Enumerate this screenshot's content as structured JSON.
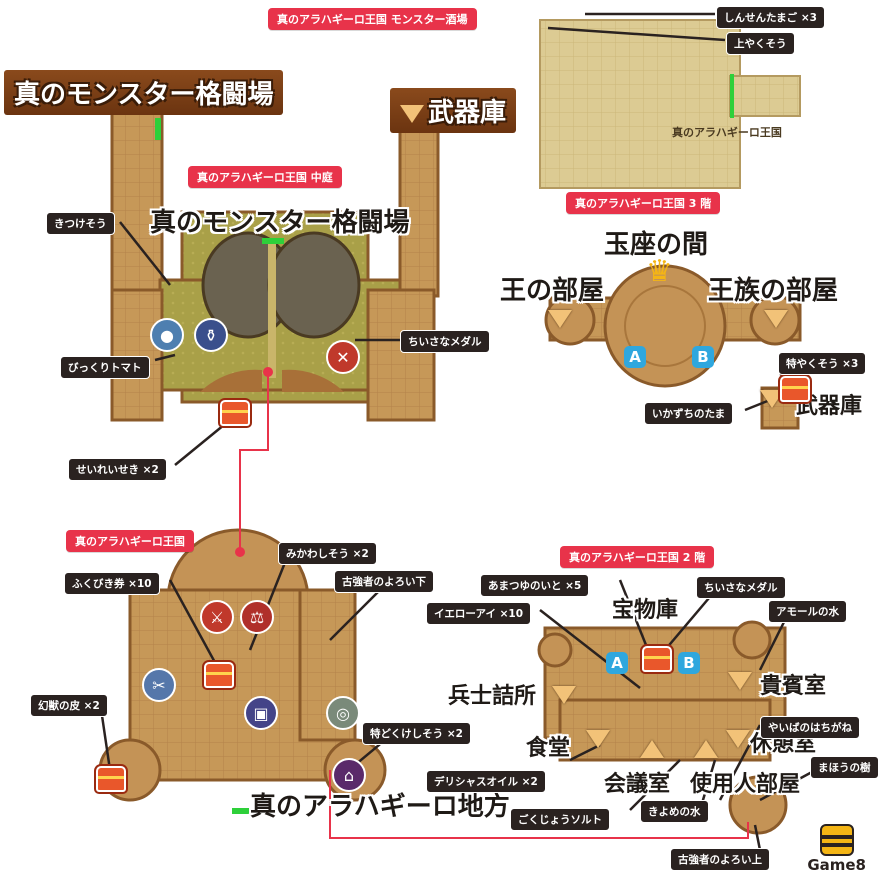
{
  "sections": {
    "tavern": "真のアラハギーロ王国 モンスター酒場",
    "courtyard": "真のアラハギーロ王国 中庭",
    "floor3": "真のアラハギーロ王国 3 階",
    "kingdom": "真のアラハギーロ王国",
    "floor2": "真のアラハギーロ王国 2 階"
  },
  "rooms": {
    "arena_top": "真のモンスター格闘場",
    "arena_center": "真のモンスター格闘場",
    "armory_top": "武器庫",
    "tavern_exit": "真のアラハギーロ王国",
    "throne": "玉座の間",
    "king_room": "王の部屋",
    "royal_room": "王族の部屋",
    "armory_3f": "武器庫",
    "treasury": "宝物庫",
    "barracks": "兵士詰所",
    "guest_room": "貴賓室",
    "dining": "食堂",
    "meeting": "会議室",
    "servants": "使用人部屋",
    "rest": "休憩室",
    "region": "真のアラハギーロ地方"
  },
  "items": {
    "egg": "しんせんたまご ×3",
    "herb_up": "上やくそう",
    "kitsuke": "きつけそう",
    "bikkuri": "びっくりトマト",
    "small_medal_1": "ちいさなメダル",
    "seirei": "せいれいせき ×2",
    "toku_herb": "特やくそう ×3",
    "ikazuchi": "いかずちのたま",
    "mikawashi": "みかわしそう ×2",
    "fukubiki": "ふくびき券 ×10",
    "armor_down": "古強者のよろい下",
    "genjuu": "幻獣の皮 ×2",
    "dokukeshi": "特どくけしそう ×2",
    "amatsuyu": "あまつゆのいと ×5",
    "small_medal_2": "ちいさなメダル",
    "yellow_eye": "イエローアイ ×10",
    "amor_water": "アモールの水",
    "yaiba": "やいばのはちがね",
    "mahou": "まほうの樹",
    "deli_oil": "デリシャスオイル ×2",
    "gokujou": "ごくじょうソルト",
    "kiyome": "きよめの水",
    "armor_up": "古強者のよろい上"
  },
  "markers": {
    "a": "A",
    "b": "B"
  },
  "brand": "Game8",
  "colors": {
    "tag": "#e8334a",
    "label": "#2a2220",
    "floor": "#c99a5a",
    "wall": "#a8763c",
    "marker": "#2fa7de"
  }
}
